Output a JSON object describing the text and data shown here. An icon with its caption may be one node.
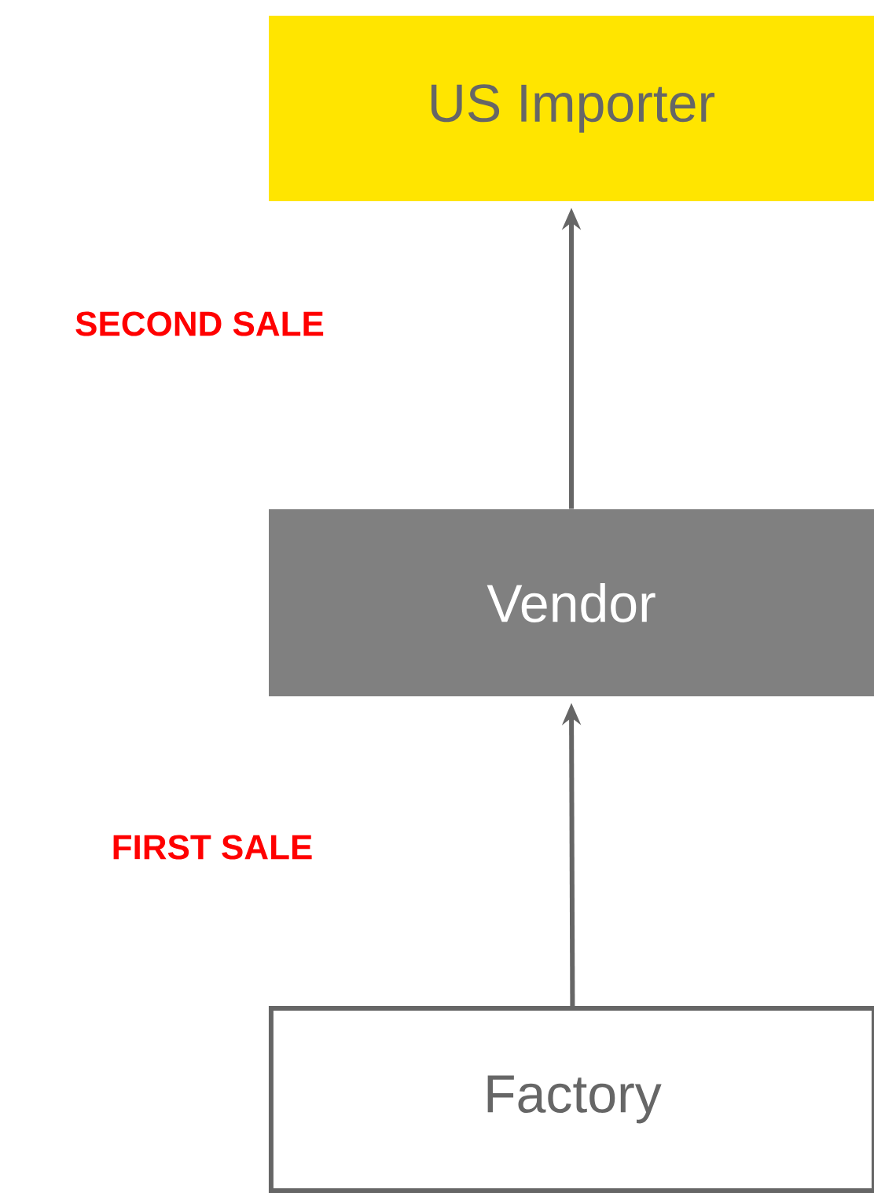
{
  "diagram": {
    "nodes": [
      {
        "text": [
          "US Importer"
        ]
      },
      {
        "text": [
          "Vendor"
        ]
      },
      {
        "text": [
          "Factory"
        ]
      }
    ],
    "edges": [
      {
        "from": 2,
        "to": 1,
        "arrow": "to"
      },
      {
        "from": 1,
        "to": 0,
        "arrow": "to"
      }
    ],
    "labels": [
      "SECOND SALE",
      "FIRST SALE"
    ]
  }
}
